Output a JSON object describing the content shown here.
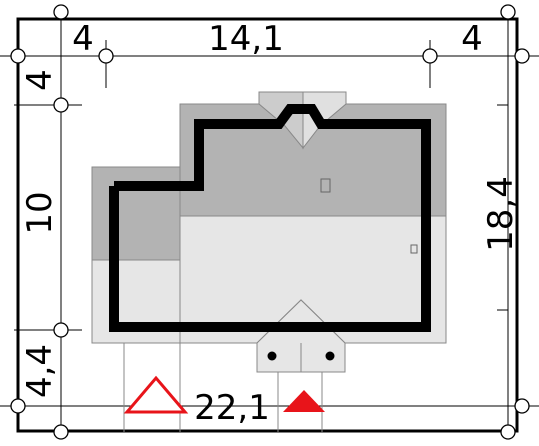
{
  "dimensions": {
    "top_left": "4",
    "top_middle": "14,1",
    "top_right": "4",
    "left_top": "4",
    "left_middle": "10",
    "left_bottom": "4,4",
    "right": "18,4",
    "bottom": "22,1"
  },
  "colors": {
    "wall": "#000000",
    "roof_dark": "#b3b3b3",
    "roof_light": "#e6e6e6",
    "north_marker": "#e8141a"
  },
  "icons": {
    "north_arrow_outline": "triangle-outline",
    "north_arrow_filled": "triangle-filled"
  }
}
